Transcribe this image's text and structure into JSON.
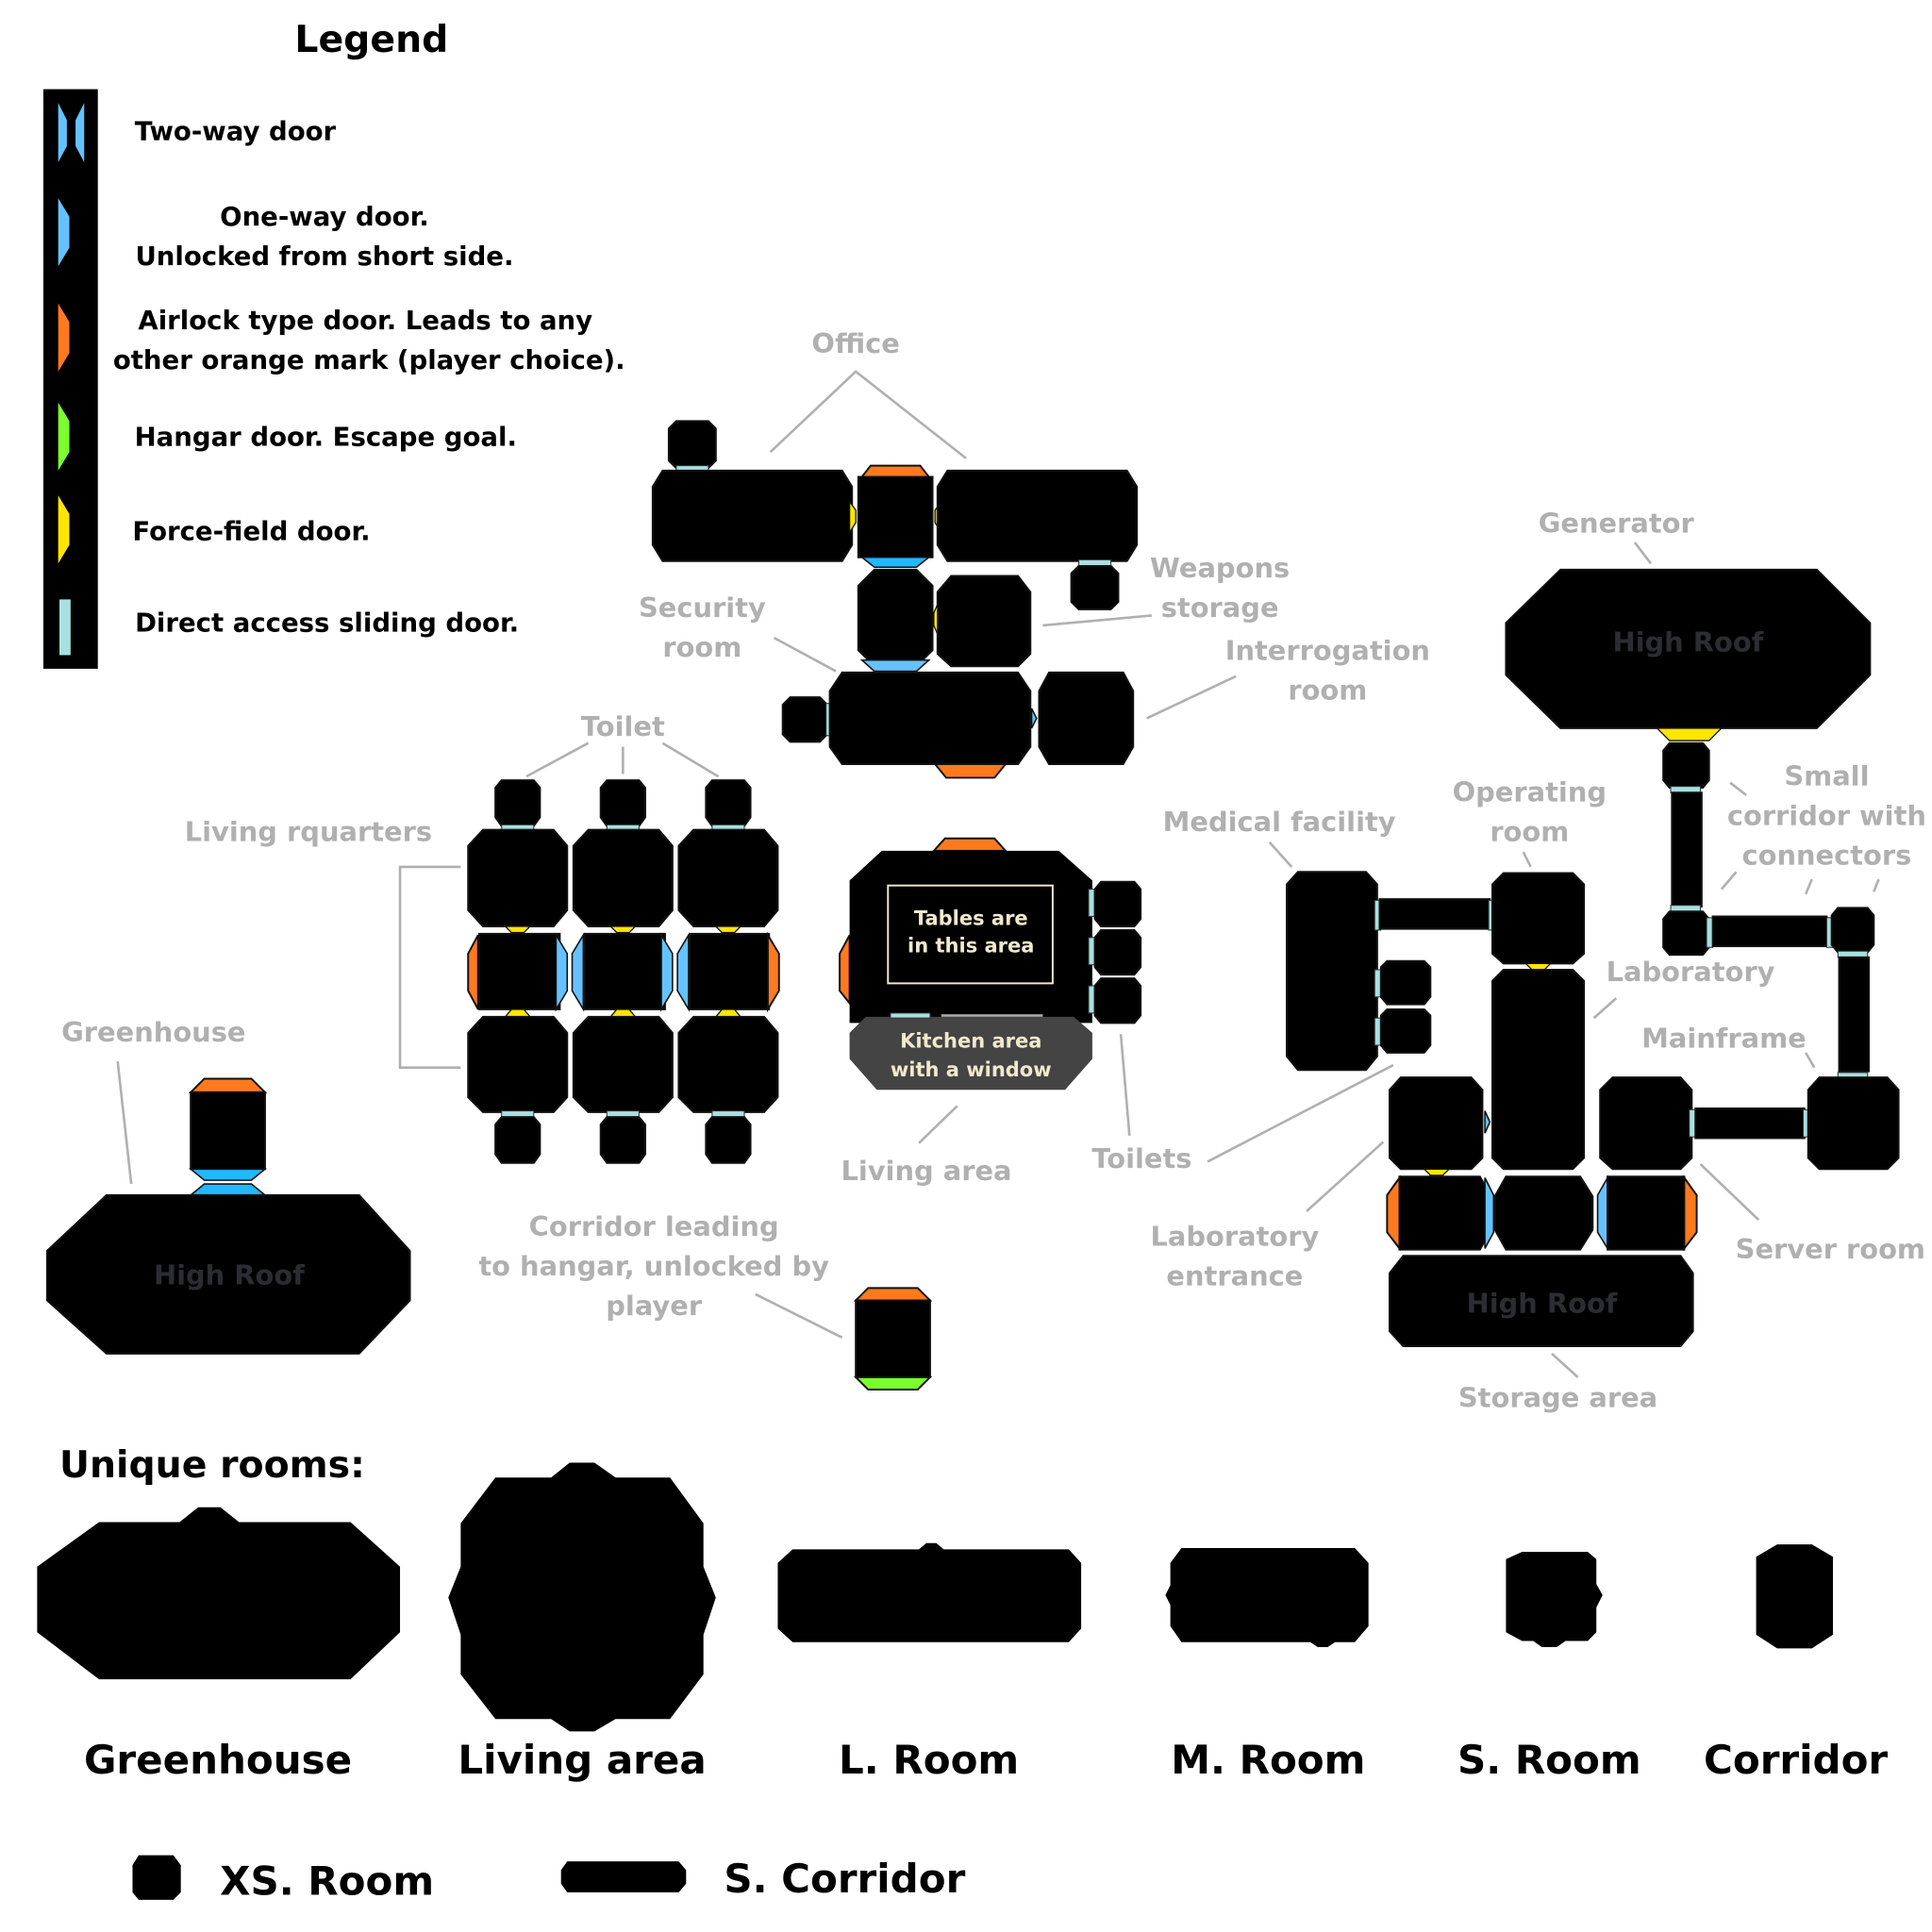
{
  "legend": {
    "title": "Legend",
    "items": [
      {
        "icon": "two-way-door-icon",
        "color": "#66c2ff",
        "lines": [
          "Two-way door"
        ]
      },
      {
        "icon": "one-way-door-icon",
        "color": "#66c2ff",
        "lines": [
          "One-way door.",
          "Unlocked from short side."
        ]
      },
      {
        "icon": "airlock-door-icon",
        "color": "#ff7a1e",
        "lines": [
          "Airlock type door. Leads to any",
          "other orange mark (player choice)."
        ]
      },
      {
        "icon": "hangar-door-icon",
        "color": "#7cff2e",
        "lines": [
          "Hangar door. Escape goal."
        ]
      },
      {
        "icon": "force-field-door-icon",
        "color": "#ffe600",
        "lines": [
          "Force-field door."
        ]
      },
      {
        "icon": "sliding-door-icon",
        "color": "#a8e0e0",
        "lines": [
          "Direct access sliding door."
        ]
      }
    ]
  },
  "map_labels": {
    "office": "Office",
    "security_room": [
      "Security",
      "room"
    ],
    "weapons_storage": [
      "Weapons",
      "storage"
    ],
    "interrogation_room": [
      "Interrogation",
      "room"
    ],
    "toilet": "Toilet",
    "living_quarters": "Living rquarters",
    "greenhouse": "Greenhouse",
    "high_roof": "High Roof",
    "tables_area": [
      "Tables are",
      "in this area"
    ],
    "kitchen_area": [
      "Kitchen area",
      "with a window"
    ],
    "living_area": "Living area",
    "toilets": "Toilets",
    "corridor_hangar": [
      "Corridor leading",
      "to hangar, unlocked by",
      "player"
    ],
    "generator": "Generator",
    "small_corridor": [
      "Small",
      "corridor with",
      "connectors"
    ],
    "operating_room": [
      "Operating",
      "room"
    ],
    "medical_facility": "Medical facility",
    "laboratory": "Laboratory",
    "mainframe": "Mainframe",
    "laboratory_entrance": [
      "Laboratory",
      "entrance"
    ],
    "server_room": "Server room",
    "storage_area": "Storage area"
  },
  "unique_rooms": {
    "title": "Unique rooms:",
    "types": [
      "Greenhouse",
      "Living area",
      "L. Room",
      "M. Room",
      "S. Room",
      "Corridor"
    ],
    "extra_types": [
      "XS. Room",
      "S. Corridor"
    ]
  },
  "colors": {
    "two_way": "#66c2ff",
    "airlock": "#ff7a1e",
    "hangar": "#7cff2e",
    "force_field": "#ffe600",
    "sliding": "#a8e0e0",
    "label_gray": "#b0b0b0"
  }
}
